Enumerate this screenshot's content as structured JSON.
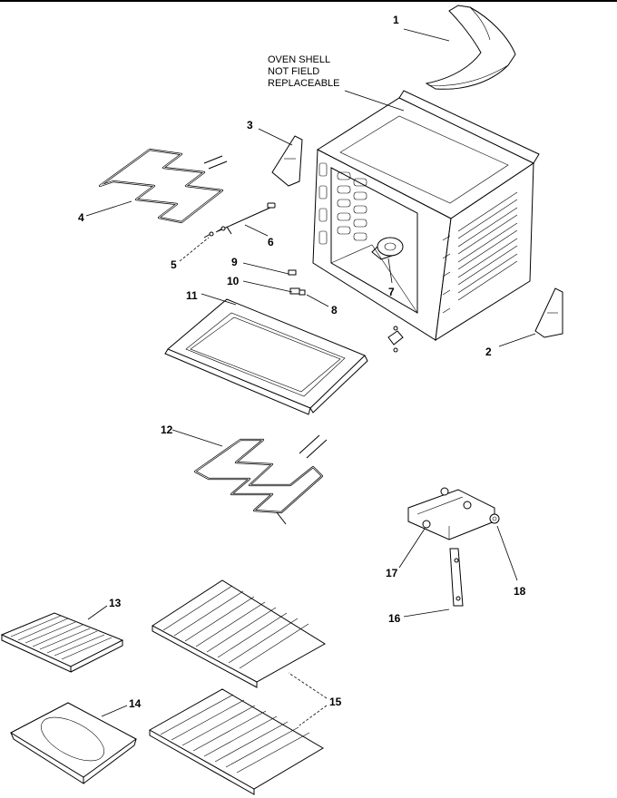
{
  "note": {
    "line1": "OVEN SHELL",
    "line2": "NOT FIELD",
    "line3": "REPLACEABLE"
  },
  "callouts": [
    "1",
    "2",
    "3",
    "4",
    "5",
    "6",
    "7",
    "8",
    "9",
    "10",
    "11",
    "12",
    "13",
    "14",
    "15",
    "16",
    "17",
    "18"
  ],
  "colors": {
    "ink": "#000000",
    "paper": "#ffffff"
  }
}
